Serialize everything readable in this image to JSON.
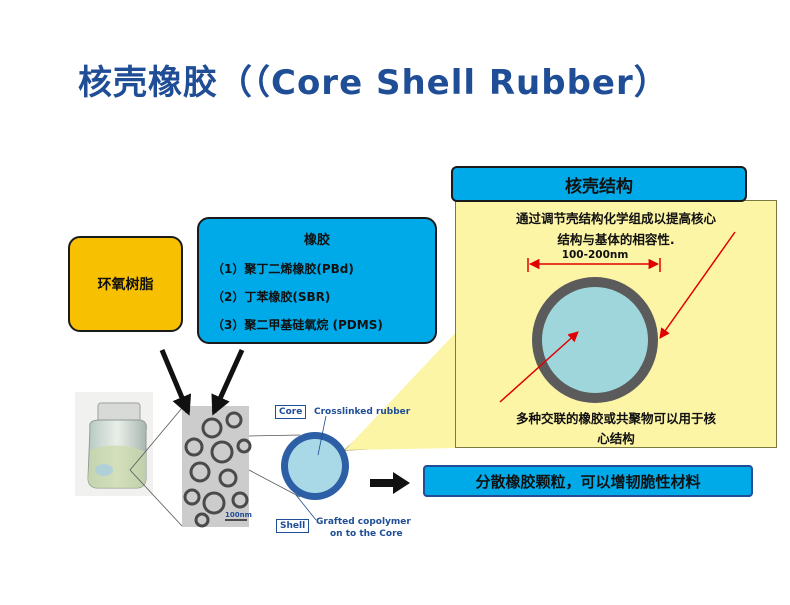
{
  "title": "核壳橡胶（（Core Shell Rubber）",
  "core_shell_panel": {
    "header": "核壳结构",
    "description_line1": "通过调节壳结构化学组成以提高核心",
    "description_line2": "结构与基体的相容性.",
    "dimension": "100-200nm",
    "annotation_line1": "多种交联的橡胶或共聚物可以用于核",
    "annotation_line2": "心结构"
  },
  "epoxy": {
    "label": "环氧树脂"
  },
  "rubber": {
    "title": "橡胶",
    "items": [
      "（1）聚丁二烯橡胶(PBd)",
      "（2）丁苯橡胶(SBR)",
      "（3）聚二甲基硅氧烷 (PDMS)"
    ]
  },
  "particle_diagram": {
    "core_tag": "Core",
    "core_label": "Crosslinked rubber",
    "shell_tag": "Shell",
    "shell_label_line1": "Grafted copolymer",
    "shell_label_line2": "on to the Core",
    "scale_bar": "100nm"
  },
  "result": {
    "label": "分散橡胶颗粒，可以增韧脆性材料"
  },
  "colors": {
    "title": "#1f4e96",
    "accent_blue": "#00a9e8",
    "epoxy_yellow": "#f7c000",
    "panel_yellow": "#fdf5a6",
    "core_fill": "#9fd6dc",
    "shell_ring": "#555555"
  }
}
